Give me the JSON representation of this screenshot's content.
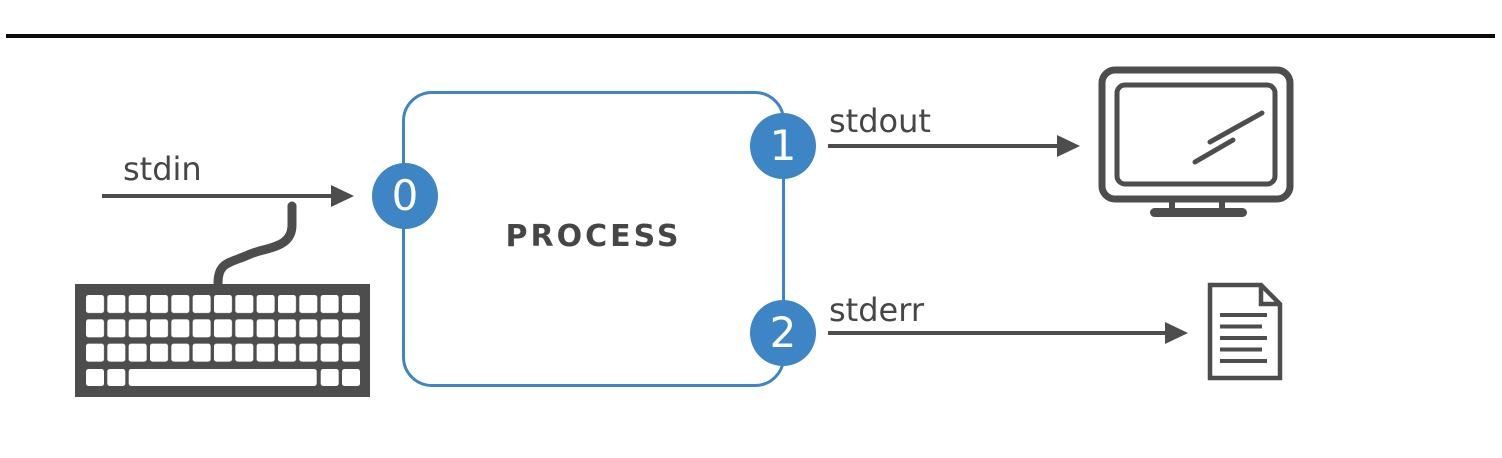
{
  "colors": {
    "accent_blue": "#3d85c4",
    "icon_gray": "#4d4d4d",
    "text_gray": "#464646",
    "rule_black": "#0b0b0b"
  },
  "diagram": {
    "process": {
      "label": "PROCESS"
    },
    "streams": [
      {
        "fd": "0",
        "name": "stdin",
        "icon": "keyboard-icon"
      },
      {
        "fd": "1",
        "name": "stdout",
        "icon": "monitor-icon"
      },
      {
        "fd": "2",
        "name": "stderr",
        "icon": "document-icon"
      }
    ]
  }
}
